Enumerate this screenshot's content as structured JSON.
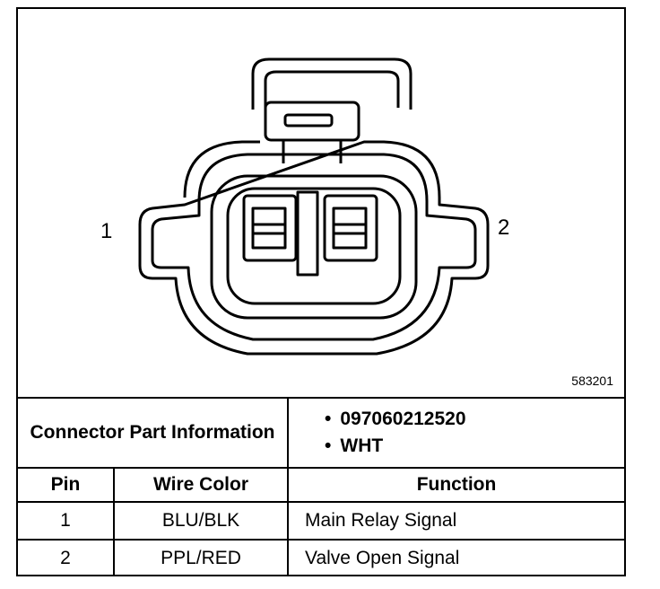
{
  "diagram": {
    "pin_labels": [
      "1",
      "2"
    ],
    "figure_id": "583201"
  },
  "connector_info": {
    "label": "Connector Part Information",
    "values": [
      "097060212520",
      "WHT"
    ]
  },
  "table": {
    "headers": [
      "Pin",
      "Wire Color",
      "Function"
    ],
    "rows": [
      {
        "pin": "1",
        "wire_color": "BLU/BLK",
        "function": "Main Relay Signal"
      },
      {
        "pin": "2",
        "wire_color": "PPL/RED",
        "function": "Valve Open Signal"
      }
    ]
  }
}
